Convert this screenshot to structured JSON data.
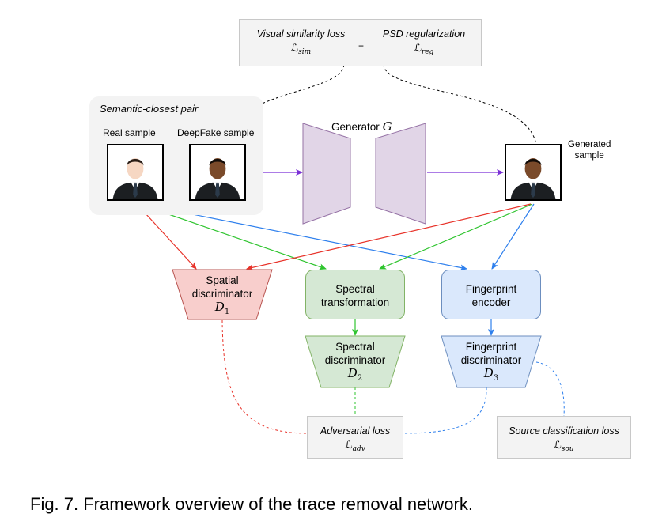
{
  "losses": {
    "top": {
      "sim_title": "Visual similarity loss",
      "sim_symbol": "ℒ",
      "sim_sub": "sim",
      "plus": "+",
      "reg_title": "PSD regularization",
      "reg_symbol": "ℒ",
      "reg_sub": "reg"
    },
    "adversarial": {
      "title": "Adversarial loss",
      "symbol": "ℒ",
      "sub": "adv"
    },
    "source": {
      "title": "Source classification loss",
      "symbol": "ℒ",
      "sub": "sou"
    }
  },
  "pair": {
    "title": "Semantic-closest pair",
    "real_label": "Real sample",
    "fake_label": "DeepFake sample"
  },
  "generator": {
    "label": "Generator",
    "symbol": "G"
  },
  "generated": {
    "label_line1": "Generated",
    "label_line2": "sample"
  },
  "nodes": {
    "spatial": {
      "line1": "Spatial",
      "line2": "discriminator",
      "symbol": "D",
      "sub": "1"
    },
    "spectral_transform": {
      "line1": "Spectral",
      "line2": "transformation"
    },
    "spectral_disc": {
      "line1": "Spectral",
      "line2": "discriminator",
      "symbol": "D",
      "sub": "2"
    },
    "fp_encoder": {
      "line1": "Fingerprint",
      "line2": "encoder"
    },
    "fp_disc": {
      "line1": "Fingerprint",
      "line2": "discriminator",
      "symbol": "D",
      "sub": "3"
    }
  },
  "caption": "Fig. 7. Framework overview of the trace removal network.",
  "colors": {
    "red": "#e8332a",
    "green": "#2ec42e",
    "blue": "#2f80ed",
    "purple": "#7a2fd6",
    "spatial_fill": "#f8cecc",
    "spatial_stroke": "#b85450",
    "green_fill": "#d5e8d4",
    "green_stroke": "#82b366",
    "blue_fill": "#dae8fc",
    "blue_stroke": "#6c8ebf",
    "gen_fill": "#e1d5e7",
    "gen_stroke": "#9673a6"
  },
  "icons": [
    "light-skin-person-icon",
    "dark-skin-person-icon"
  ]
}
